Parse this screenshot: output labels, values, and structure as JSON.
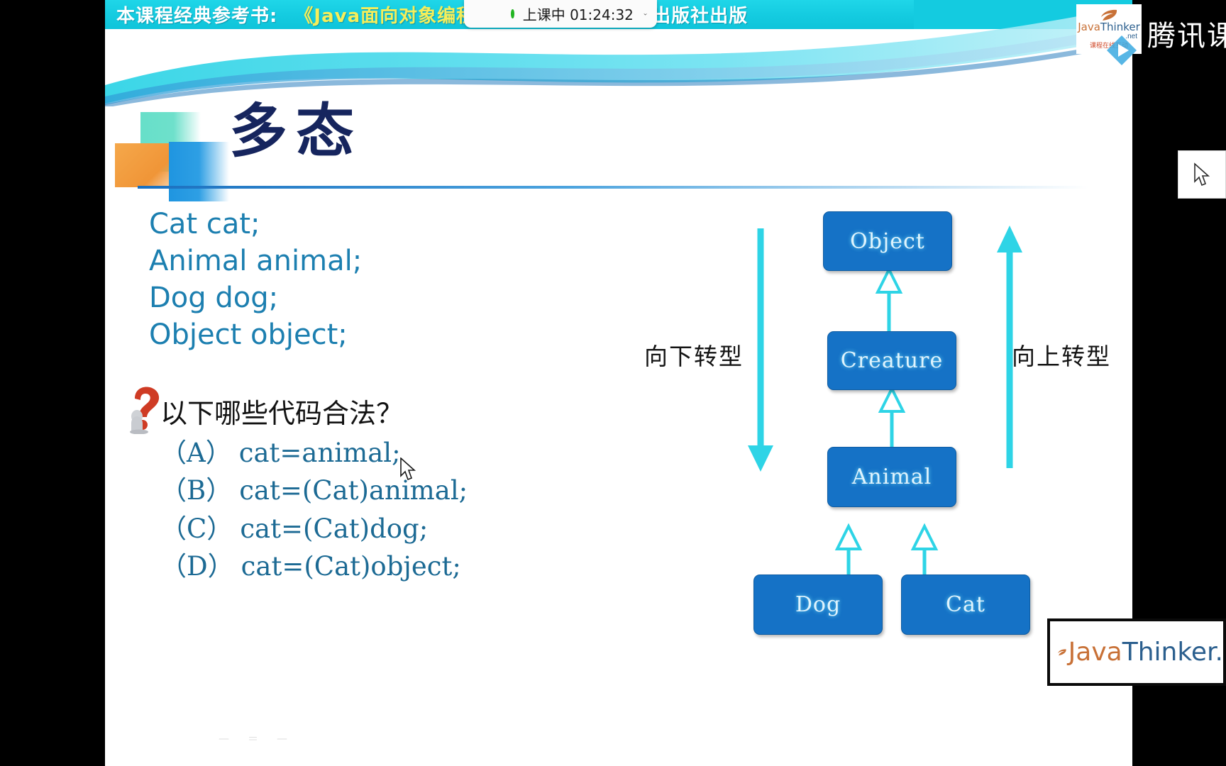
{
  "banner": {
    "prefix": "本课程经典参考书:",
    "book": "《Java面向对象编程》",
    "suffix": "畅销书，电子工业出版社出版"
  },
  "timer": {
    "status_dot": "recording-dot",
    "label": "上课中 01:24:32",
    "chevron": "chevron-down-icon"
  },
  "branding": {
    "logo_java": "Java",
    "logo_thinker": "Thinker",
    "logo_net": ".net",
    "logo_tagline": "课程在线互动",
    "platform": "腾讯课堂",
    "watermark_java": "Java",
    "watermark_thinker": "Thinker.",
    "play_icon": "play-icon"
  },
  "slide": {
    "title": "多态",
    "code_lines": [
      "Cat cat;",
      "Animal animal;",
      "Dog dog;",
      "Object object;"
    ],
    "question": "以下哪些代码合法？",
    "question_icon": "question-mark-icon",
    "options": [
      {
        "label": "（A）",
        "code": "cat=animal;"
      },
      {
        "label": "（B）",
        "code": "cat=(Cat)animal;"
      },
      {
        "label": "（C）",
        "code": "cat=(Cat)dog;"
      },
      {
        "label": "（D）",
        "code": "cat=(Cat)object;"
      }
    ],
    "diagram": {
      "downcast_label": "向下转型",
      "upcast_label": "向上转型",
      "nodes": [
        {
          "id": "object",
          "text": "Object"
        },
        {
          "id": "creature",
          "text": "Creature"
        },
        {
          "id": "animal",
          "text": "Animal"
        },
        {
          "id": "dog",
          "text": "Dog"
        },
        {
          "id": "cat",
          "text": "Cat"
        }
      ],
      "edges": [
        {
          "from": "creature",
          "to": "object"
        },
        {
          "from": "animal",
          "to": "creature"
        },
        {
          "from": "dog",
          "to": "animal"
        },
        {
          "from": "cat",
          "to": "animal"
        }
      ]
    }
  },
  "tools": {
    "cursor_tool": "cursor-arrow-icon"
  },
  "colors": {
    "banner_cyan": "#14cbe0",
    "banner_yellow": "#f5ee5a",
    "node_blue": "#1572c6",
    "arrow_cyan": "#2ed4e6",
    "code_teal": "#1c7fb0",
    "title_navy": "#16255e",
    "status_green": "#21b521"
  }
}
